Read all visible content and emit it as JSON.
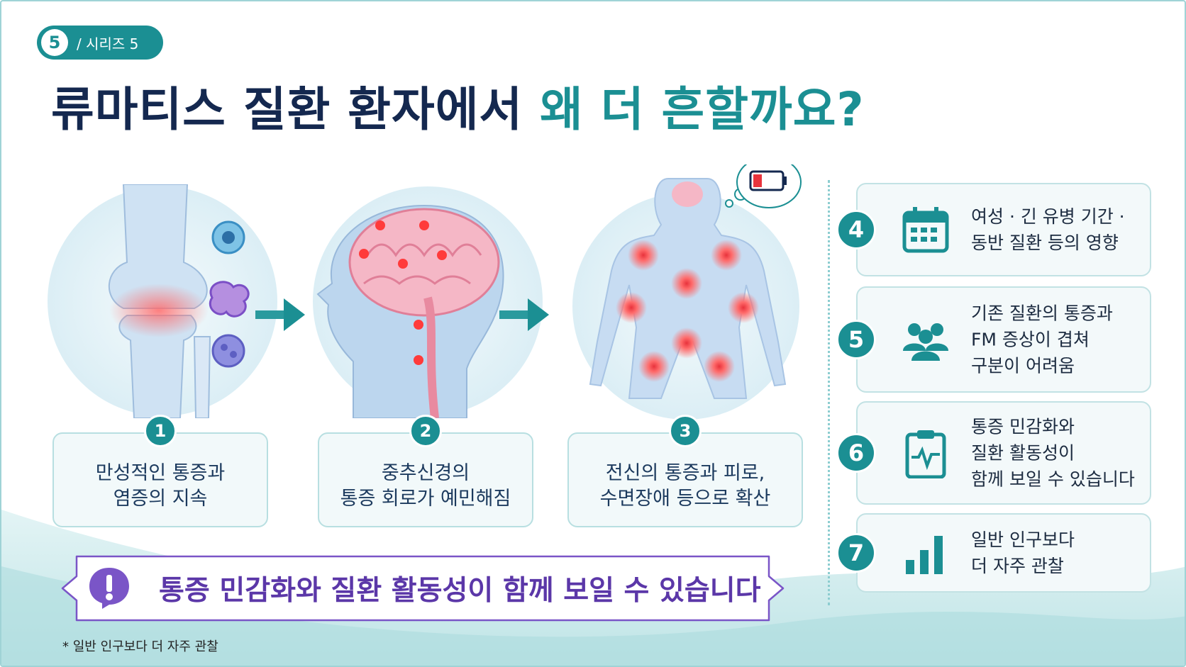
{
  "series": {
    "number": "5",
    "label": "/ 시리즈 5"
  },
  "title": {
    "main": "류마티스 질환 환자에서 ",
    "accent": "왜 더 흔할까요?"
  },
  "steps": [
    {
      "num": "1",
      "text": "만성적인 통증과\n염증의 지속"
    },
    {
      "num": "2",
      "text": "중추신경의\n통증 회로가 예민해짐"
    },
    {
      "num": "3",
      "text": "전신의 통증과 피로,\n수면장애 등으로 확산"
    }
  ],
  "factors": [
    {
      "num": "4",
      "icon": "calendar-icon",
      "text": "여성 · 긴 유병 기간 ·\n동반 질환 등의 영향"
    },
    {
      "num": "5",
      "icon": "people-icon",
      "text": "기존 질환의 통증과\nFM 증상이 겹쳐\n구분이 어려움"
    },
    {
      "num": "6",
      "icon": "clipboard-pulse-icon",
      "text": "통증 민감화와\n질환 활동성이\n함께 보일 수 있습니다"
    },
    {
      "num": "7",
      "icon": "bar-chart-icon",
      "text": "일반 인구보다\n더 자주 관찰"
    }
  ],
  "banner": {
    "icon": "exclamation-icon",
    "text": "통증 민감화와 질환 활동성이 함께 보일 수 있습니다"
  },
  "footnote": "* 일반 인구보다 더 자주 관찰",
  "colors": {
    "teal": "#1b8f93",
    "navy": "#14284f",
    "purple": "#5b37a8",
    "pain_red": "#e8333c"
  }
}
